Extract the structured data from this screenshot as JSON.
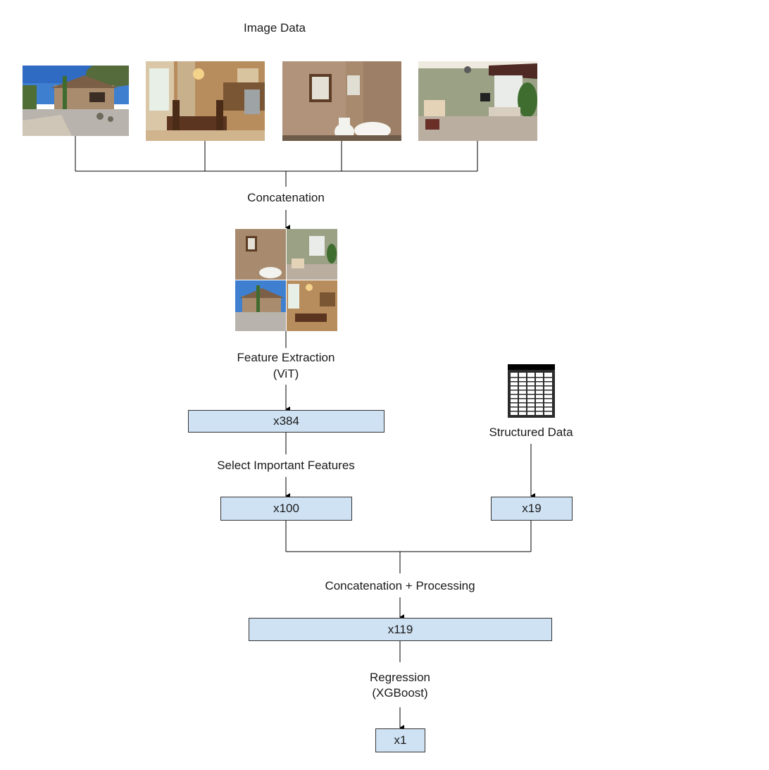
{
  "title": "Image Data",
  "images": [
    {
      "name": "exterior-photo",
      "icon": "house-exterior"
    },
    {
      "name": "dining-room-photo",
      "icon": "dining-room"
    },
    {
      "name": "bathroom-photo",
      "icon": "bathroom"
    },
    {
      "name": "bedroom-photo",
      "icon": "bedroom"
    }
  ],
  "steps": {
    "concat1": "Concatenation",
    "feature_extraction_line1": "Feature Extraction",
    "feature_extraction_line2": "(ViT)",
    "select": "Select Important Features",
    "concat2": "Concatenation + Processing",
    "regression_line1": "Regression",
    "regression_line2": "(XGBoost)"
  },
  "boxes": {
    "vit_features": "x384",
    "selected_features": "x100",
    "structured_features": "x19",
    "combined_features": "x119",
    "output": "x1"
  },
  "structured": {
    "label": "Structured Data",
    "icon": "table-icon"
  },
  "colors": {
    "box_fill": "#cfe2f3",
    "line": "#000000"
  }
}
